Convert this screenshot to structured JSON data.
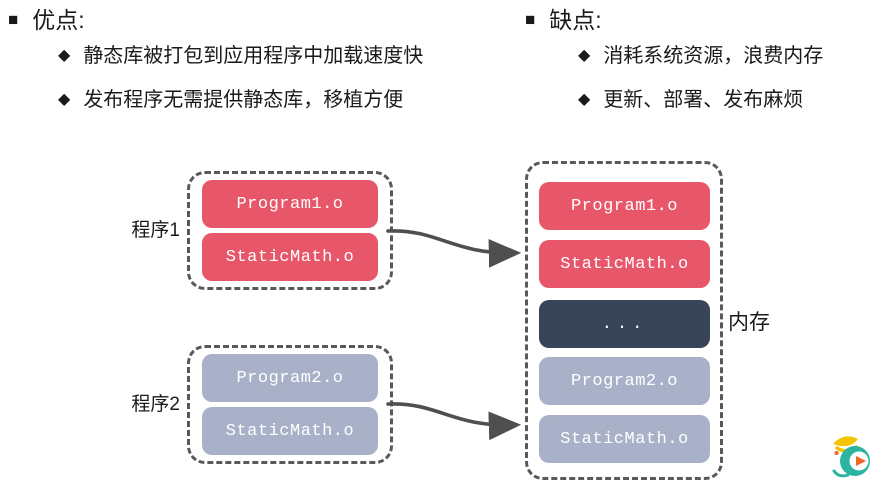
{
  "advantages": {
    "bullet": "■",
    "title": "优点:",
    "item_bullet": "◆",
    "items": [
      "静态库被打包到应用程序中加载速度快",
      "发布程序无需提供静态库，移植方便"
    ]
  },
  "disadvantages": {
    "bullet": "■",
    "title": "缺点:",
    "item_bullet": "◆",
    "items": [
      "消耗系统资源，浪费内存",
      "更新、部署、发布麻烦"
    ]
  },
  "diagram": {
    "program1": {
      "label": "程序1",
      "boxes": [
        {
          "text": "Program1.o",
          "color": "red"
        },
        {
          "text": "StaticMath.o",
          "color": "red"
        }
      ]
    },
    "program2": {
      "label": "程序2",
      "boxes": [
        {
          "text": "Program2.o",
          "color": "gray"
        },
        {
          "text": "StaticMath.o",
          "color": "gray"
        }
      ]
    },
    "memory": {
      "label": "内存",
      "boxes": [
        {
          "text": "Program1.o",
          "color": "red"
        },
        {
          "text": "StaticMath.o",
          "color": "red"
        },
        {
          "text": "...",
          "color": "dark"
        },
        {
          "text": "Program2.o",
          "color": "gray"
        },
        {
          "text": "StaticMath.o",
          "color": "gray"
        }
      ]
    }
  },
  "colors": {
    "box_red": "#E85669",
    "box_gray": "#A8B1C7",
    "box_dark": "#384458",
    "box_text": "#FFFFFF",
    "dash_border": "#595959",
    "arrow": "#4F4F4F",
    "text": "#1A1A1A",
    "logo_teal": "#2BB5A0",
    "logo_yellow": "#F5C400",
    "logo_orange": "#F26522"
  }
}
